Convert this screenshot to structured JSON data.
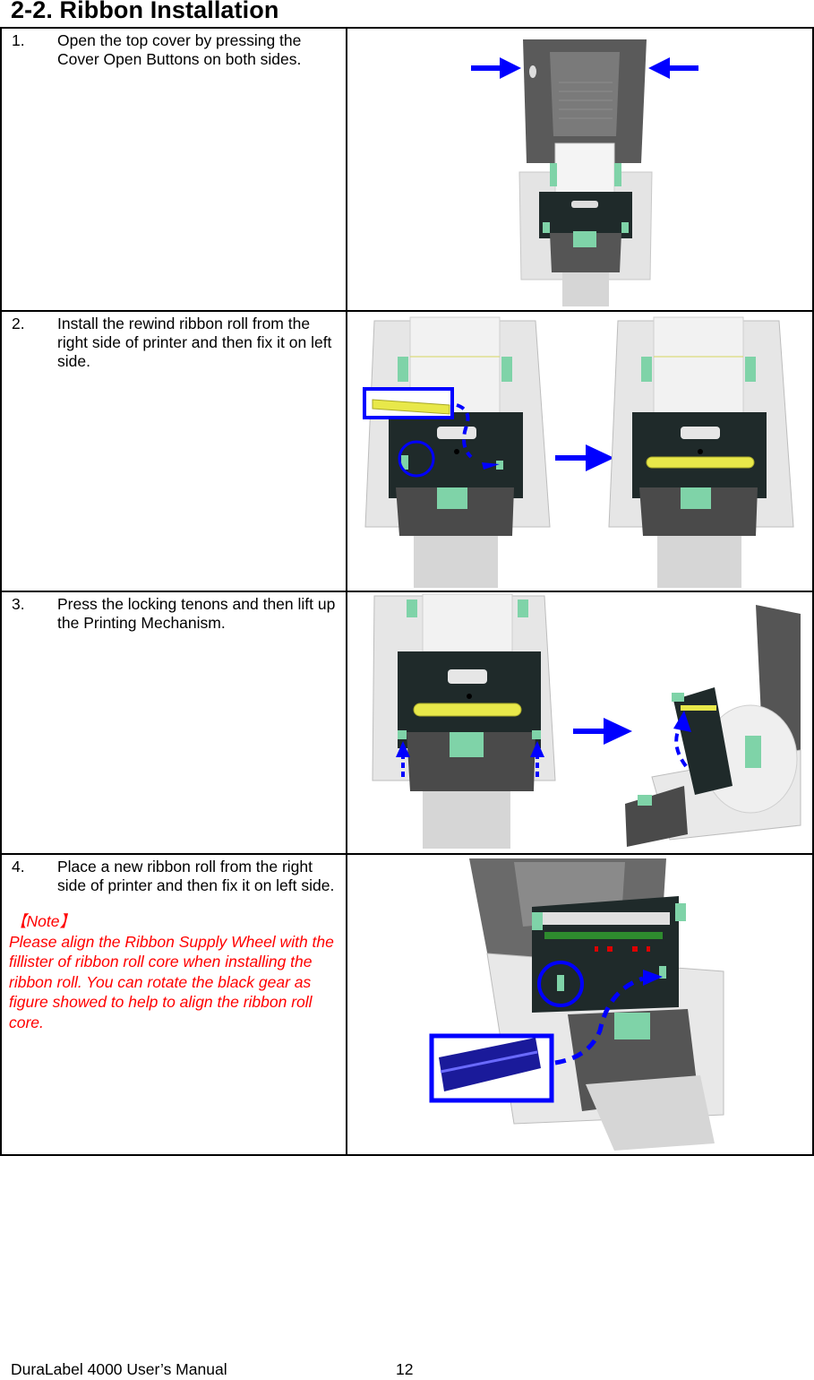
{
  "page_title": "2-2. Ribbon Installation",
  "steps": [
    {
      "number": "1.",
      "text": "Open the top cover by pressing the Cover Open Buttons on both sides.",
      "figure": "printer-open-cover-with-arrows-pointing-to-cover-open-buttons"
    },
    {
      "number": "2.",
      "text": "Install the rewind ribbon roll from the right side of printer and then fix it on left side.",
      "figure": "rewind-ribbon-core-insertion-before-and-after"
    },
    {
      "number": "3.",
      "text": "Press the locking tenons and then lift up the Printing Mechanism.",
      "figure": "press-locking-tenons-and-lift-printing-mechanism"
    },
    {
      "number": "4.",
      "text": "Place a new ribbon roll from the right side of printer and then fix it on left side.",
      "note_label": "【Note】",
      "note_text": "Please align the Ribbon Supply Wheel with the fillister of ribbon roll core when installing the ribbon roll. You can rotate the black gear as figure showed to help to align the ribbon roll core.",
      "figure": "new-ribbon-roll-insertion"
    }
  ],
  "colors": {
    "annotation_blue": "#0000ff",
    "note_red": "#ff0000",
    "printer_dark": "#4a4a4a",
    "printer_light": "#e6e6e6",
    "latch_green": "#7fd3a8",
    "rewind_core_yellow": "#e8e84a",
    "ribbon_roll_navy": "#1a1a9a"
  },
  "footer": {
    "manual_title": "DuraLabel 4000 User’s Manual",
    "page_number": "12"
  }
}
